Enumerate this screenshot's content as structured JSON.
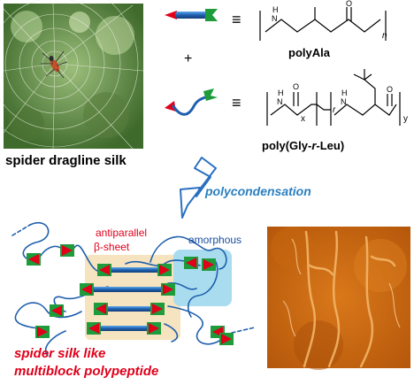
{
  "photo": {
    "caption": "spider dragline silk"
  },
  "monomers": {
    "equiv_symbol": "≡",
    "plus_symbol": "+",
    "ala": {
      "label": "polyAla",
      "repeat_subscript": "n"
    },
    "glyleu": {
      "label_prefix": "poly(Gly-",
      "label_italic": "r",
      "label_suffix": "-Leu)",
      "sub_x": "x",
      "sub_y": "y",
      "sub_r": "r"
    },
    "atoms": {
      "nh": "N",
      "h": "H",
      "o": "O"
    }
  },
  "reaction": {
    "label": "polycondensation"
  },
  "product": {
    "antiparallel": "antiparallel",
    "beta_sheet": "β-sheet",
    "amorphous": "amorphous",
    "caption_line1": "spider silk like",
    "caption_line2": "multiblock polypeptide"
  },
  "colors": {
    "chain_blue": "#1f5fae",
    "chain_dark": "#1b3a6b",
    "end_red": "#e0001a",
    "end_green": "#1e9b3a",
    "beta_region": "#f6e3bf",
    "amorphous_region": "#a9dcef",
    "arrow_outline": "#2a6fc0",
    "afm_bg": "#c2620f"
  }
}
